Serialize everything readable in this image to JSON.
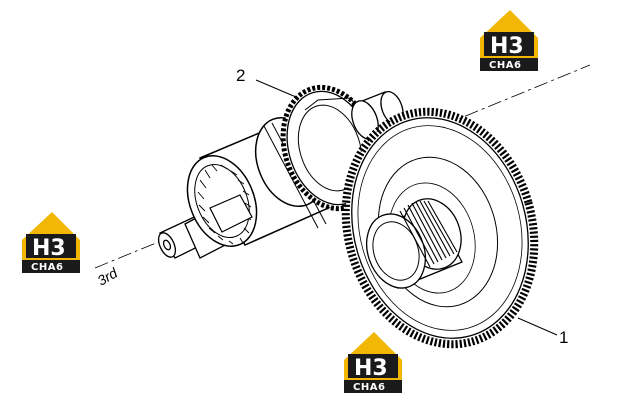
{
  "diagram": {
    "callouts": [
      {
        "id": "part-1",
        "text": "1"
      },
      {
        "id": "part-2",
        "text": "2"
      }
    ],
    "gear_label": "3rd"
  },
  "watermarks": [
    {
      "id": "wm-top-right",
      "main": "H3",
      "sub": "CHA6"
    },
    {
      "id": "wm-left",
      "main": "H3",
      "sub": "CHA6"
    },
    {
      "id": "wm-bottom",
      "main": "H3",
      "sub": "CHA6"
    }
  ],
  "colors": {
    "line": "#000000",
    "logo_yellow": "#f2b705",
    "logo_dark": "#1a1a1a"
  }
}
